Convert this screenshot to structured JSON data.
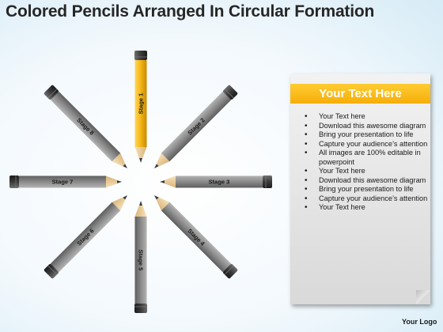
{
  "title": "Colored Pencils Arranged In Circular Formation",
  "colors": {
    "highlight": "#f6b81a",
    "pencil_gray": "#8c8c8c",
    "header_yellow": "#f6ae08"
  },
  "pencils": [
    {
      "label": "Stage 1",
      "highlighted": true
    },
    {
      "label": "Stage 2",
      "highlighted": false
    },
    {
      "label": "Stage 3",
      "highlighted": false
    },
    {
      "label": "Stage 4",
      "highlighted": false
    },
    {
      "label": "Stage 5",
      "highlighted": false
    },
    {
      "label": "Stage 6",
      "highlighted": false
    },
    {
      "label": "Stage 7",
      "highlighted": false
    },
    {
      "label": "Stage 8",
      "highlighted": false
    }
  ],
  "textbox": {
    "heading": "Your Text Here",
    "items": [
      "Your Text here",
      "Download this awesome diagram",
      "Bring your presentation to life",
      "Capture your audience’s attention",
      "All images are 100% editable in powerpoint",
      "Your Text here",
      "Download this awesome diagram",
      "Bring your presentation to life",
      "Capture your audience’s attention",
      "Your Text here"
    ]
  },
  "logo": "Your Logo"
}
